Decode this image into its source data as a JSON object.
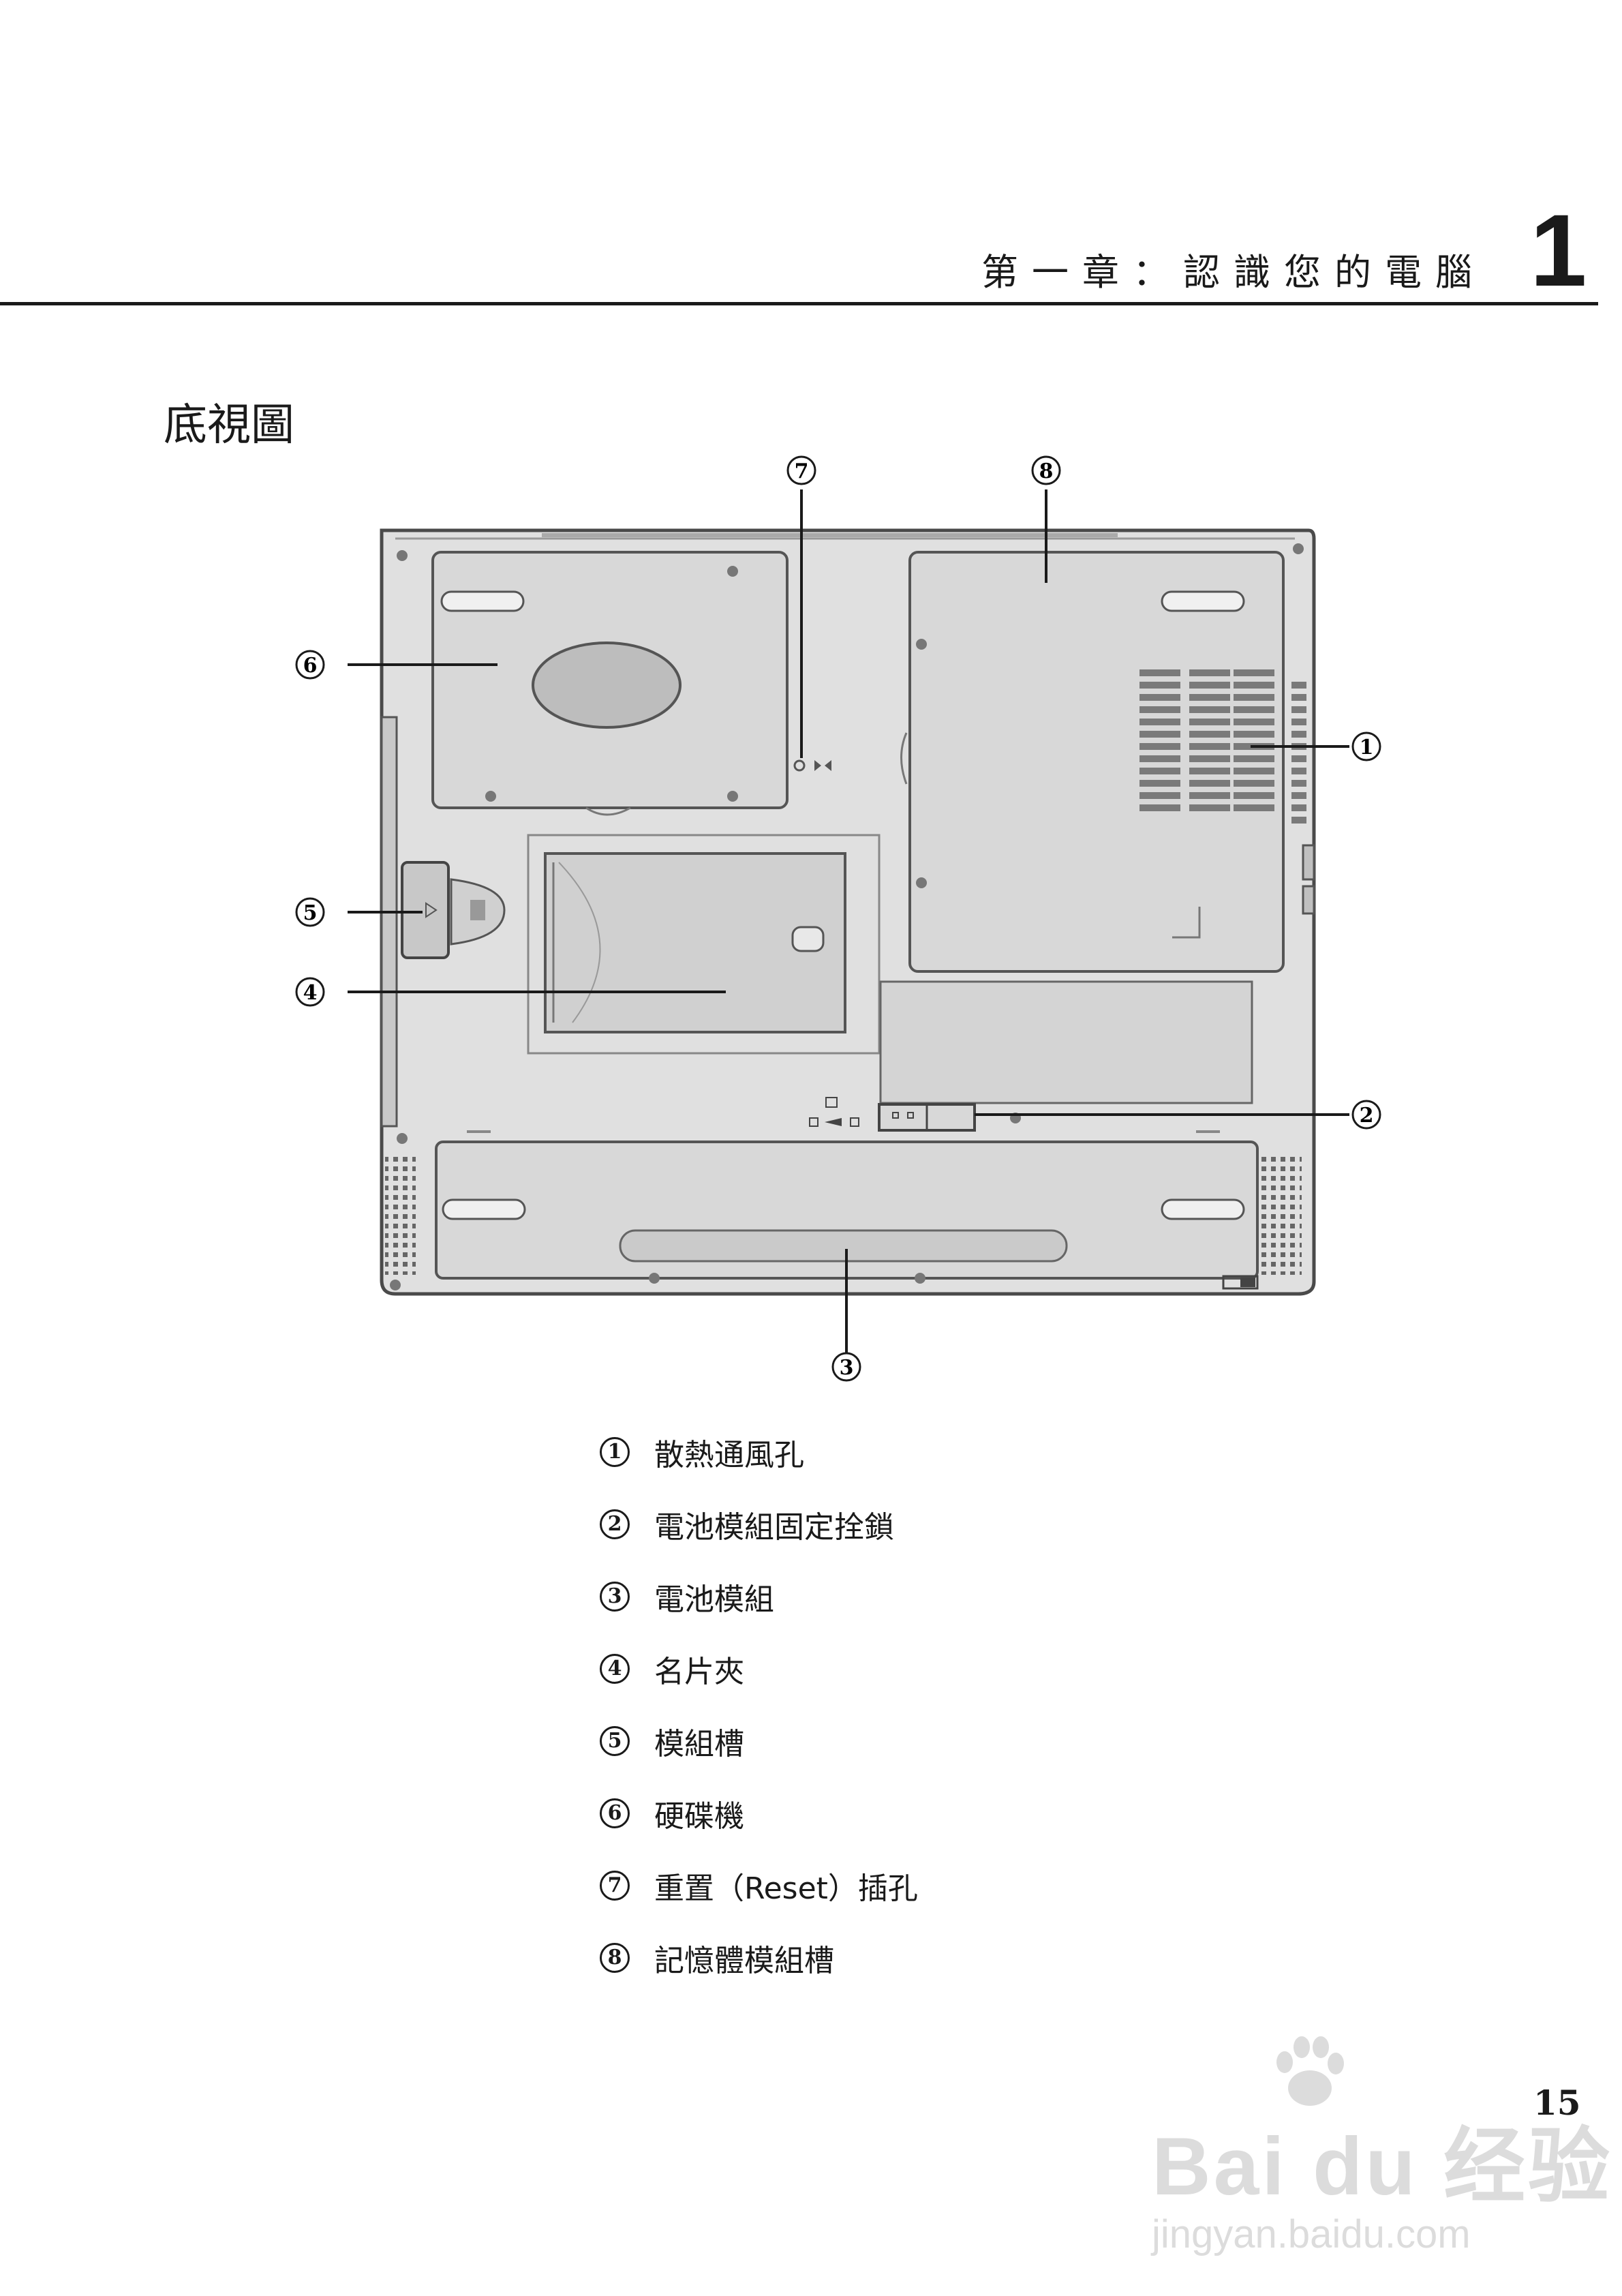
{
  "header": {
    "chapter_title": "第一章：認識您的電腦",
    "chapter_number": "1"
  },
  "section": {
    "title": "底視圖"
  },
  "callouts": [
    "1",
    "2",
    "3",
    "4",
    "5",
    "6",
    "7",
    "8"
  ],
  "legend": [
    {
      "num": "1",
      "label": "散熱通風孔"
    },
    {
      "num": "2",
      "label": "電池模組固定拴鎖"
    },
    {
      "num": "3",
      "label": "電池模組"
    },
    {
      "num": "4",
      "label": "名片夾"
    },
    {
      "num": "5",
      "label": "模組槽"
    },
    {
      "num": "6",
      "label": "硬碟機"
    },
    {
      "num": "7",
      "label": "重置（Reset）插孔"
    },
    {
      "num": "8",
      "label": "記憶體模組槽"
    }
  ],
  "page_number": "15",
  "watermark": {
    "brand": "Bai du 经验",
    "url": "jingyan.baidu.com"
  },
  "colors": {
    "device_fill": "#dedede",
    "panel_fill": "#d6d6d6",
    "stroke": "#555555",
    "text": "#1a1a1a"
  }
}
